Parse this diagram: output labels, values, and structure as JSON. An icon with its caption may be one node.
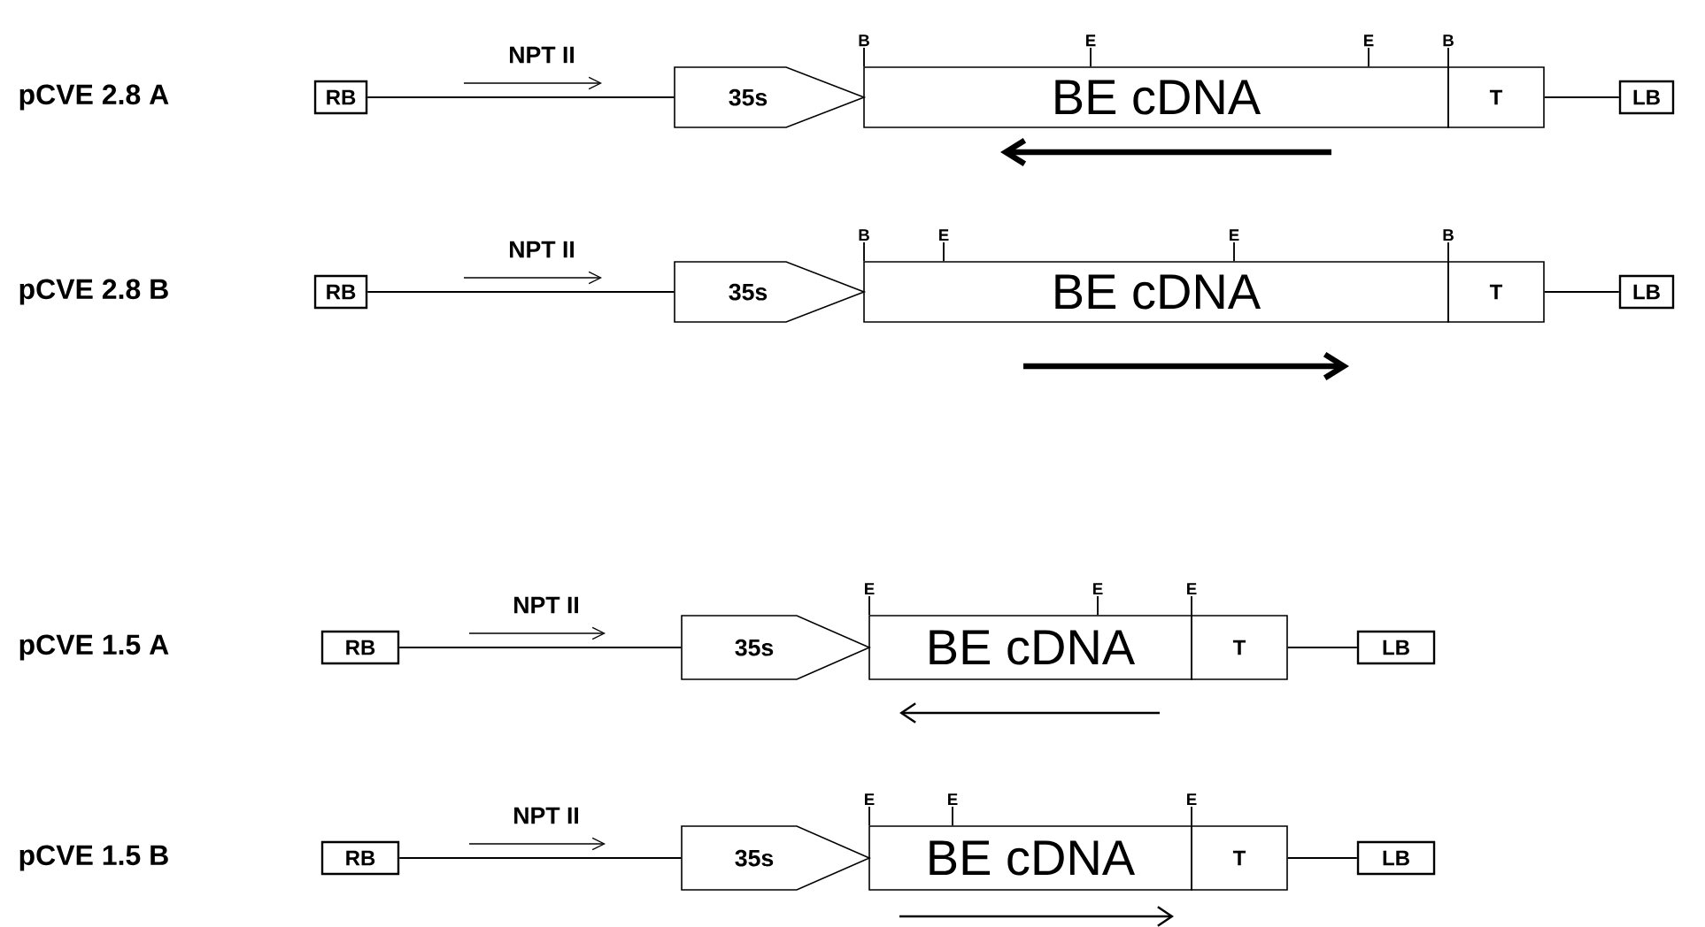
{
  "diagram": {
    "nodes": [
      {
        "text": [
          "B"
        ]
      },
      {
        "text": [
          "E"
        ]
      },
      {
        "text": [
          "E"
        ]
      },
      {
        "text": [
          "B"
        ]
      },
      {
        "text": [
          "RB"
        ]
      },
      {
        "text": [
          "35s"
        ]
      },
      {
        "text": [
          "BE cDNA"
        ]
      },
      {
        "text": [
          "T"
        ]
      },
      {
        "text": [
          "LB"
        ]
      },
      {
        "text": [
          "B"
        ]
      },
      {
        "text": [
          "E"
        ]
      },
      {
        "text": [
          "E"
        ]
      },
      {
        "text": [
          "B"
        ]
      },
      {
        "text": [
          "RB"
        ]
      },
      {
        "text": [
          "35s"
        ]
      },
      {
        "text": [
          "BE cDNA"
        ]
      },
      {
        "text": [
          "T"
        ]
      },
      {
        "text": [
          "LB"
        ]
      },
      {
        "text": [
          "E"
        ]
      },
      {
        "text": [
          "E"
        ]
      },
      {
        "text": [
          "E"
        ]
      },
      {
        "text": [
          "RB"
        ]
      },
      {
        "text": [
          "35s"
        ]
      },
      {
        "text": [
          "BE cDNA"
        ]
      },
      {
        "text": [
          "T"
        ]
      },
      {
        "text": [
          "LB"
        ]
      },
      {
        "text": [
          "E"
        ]
      },
      {
        "text": [
          "E"
        ]
      },
      {
        "text": [
          "E"
        ]
      },
      {
        "text": [
          "RB"
        ]
      },
      {
        "text": [
          "35s"
        ]
      },
      {
        "text": [
          "BE cDNA"
        ]
      },
      {
        "text": [
          "T"
        ]
      },
      {
        "text": [
          "LB"
        ]
      }
    ],
    "edges": [
      {
        "from": 0,
        "to": 6,
        "arrow": "none"
      },
      {
        "from": 1,
        "to": 6,
        "arrow": "none"
      },
      {
        "from": 2,
        "to": 6,
        "arrow": "none"
      },
      {
        "from": 3,
        "to": 6,
        "arrow": "none"
      },
      {
        "from": 4,
        "to": 5,
        "arrow": "none"
      },
      {
        "from": 7,
        "to": 8,
        "arrow": "none"
      },
      {
        "from": 9,
        "to": 15,
        "arrow": "none"
      },
      {
        "from": 10,
        "to": 15,
        "arrow": "none"
      },
      {
        "from": 11,
        "to": 15,
        "arrow": "none"
      },
      {
        "from": 12,
        "to": 15,
        "arrow": "none"
      },
      {
        "from": 13,
        "to": 14,
        "arrow": "none"
      },
      {
        "from": 16,
        "to": 17,
        "arrow": "none"
      },
      {
        "from": 18,
        "to": 23,
        "arrow": "none"
      },
      {
        "from": 19,
        "to": 23,
        "arrow": "none"
      },
      {
        "from": 20,
        "to": 23,
        "arrow": "none"
      },
      {
        "from": 21,
        "to": 22,
        "arrow": "none"
      },
      {
        "from": 24,
        "to": 25,
        "arrow": "none"
      },
      {
        "from": 26,
        "to": 31,
        "arrow": "none"
      },
      {
        "from": 27,
        "to": 31,
        "arrow": "none"
      },
      {
        "from": 28,
        "to": 31,
        "arrow": "none"
      },
      {
        "from": 29,
        "to": 30,
        "arrow": "none"
      },
      {
        "from": 32,
        "to": 33,
        "arrow": "none"
      }
    ],
    "labels": [
      "NPT II",
      "pCVE 2.8 A",
      "NPT II",
      "pCVE 2.8 B",
      "NPT II",
      "pCVE 1.5 A",
      "NPT II",
      "pCVE 1.5 B"
    ]
  }
}
